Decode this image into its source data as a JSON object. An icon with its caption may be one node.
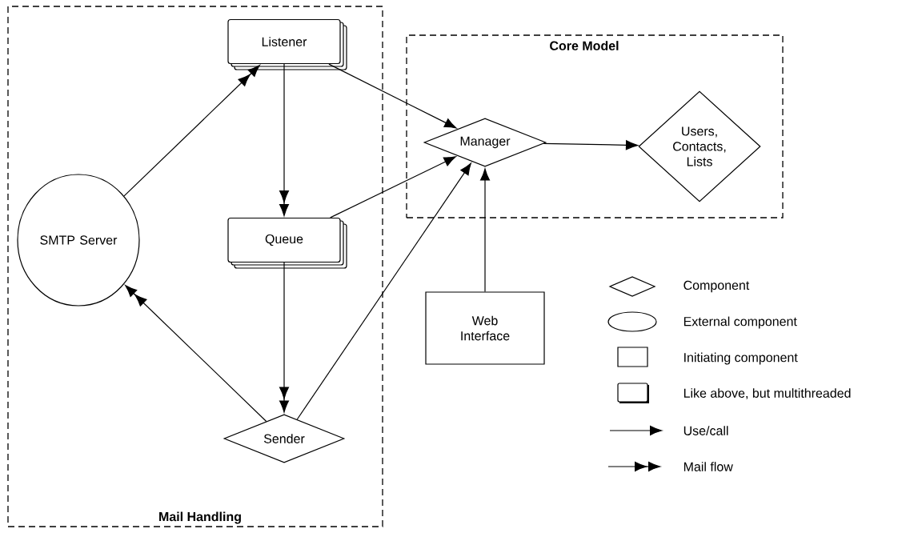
{
  "diagram": {
    "nodes": [
      {
        "text": [
          "Mail Handling"
        ]
      },
      {
        "text": [
          "Listener"
        ],
        "in": 0
      },
      {
        "text": [
          "SMTP Server"
        ],
        "in": 0
      },
      {
        "text": [
          "Queue"
        ],
        "in": 0
      },
      {
        "text": [
          "Sender"
        ],
        "in": 0
      },
      {
        "text": [
          "Core Model"
        ]
      },
      {
        "text": [
          "Manager"
        ],
        "in": 5
      },
      {
        "text": [
          "Users, Contacts, Lists"
        ],
        "in": 5
      },
      {
        "text": [
          "Web Interface"
        ]
      }
    ],
    "edges": [
      {
        "from": 2,
        "to": 1,
        "arrow": "to"
      },
      {
        "from": 1,
        "to": 3,
        "arrow": "to"
      },
      {
        "from": 3,
        "to": 4,
        "arrow": "to"
      },
      {
        "from": 4,
        "to": 2,
        "arrow": "to"
      },
      {
        "from": 1,
        "to": 6,
        "arrow": "to"
      },
      {
        "from": 3,
        "to": 6,
        "arrow": "to"
      },
      {
        "from": 4,
        "to": 6,
        "arrow": "to"
      },
      {
        "from": 8,
        "to": 6,
        "arrow": "to"
      },
      {
        "from": 6,
        "to": 7,
        "arrow": "to"
      }
    ],
    "legend": [
      {
        "text": "Component"
      },
      {
        "text": "External component"
      },
      {
        "text": "Initiating component"
      },
      {
        "text": "Like above, but multithreaded"
      },
      {
        "text": "Use/call"
      },
      {
        "text": "Mail flow"
      }
    ]
  }
}
